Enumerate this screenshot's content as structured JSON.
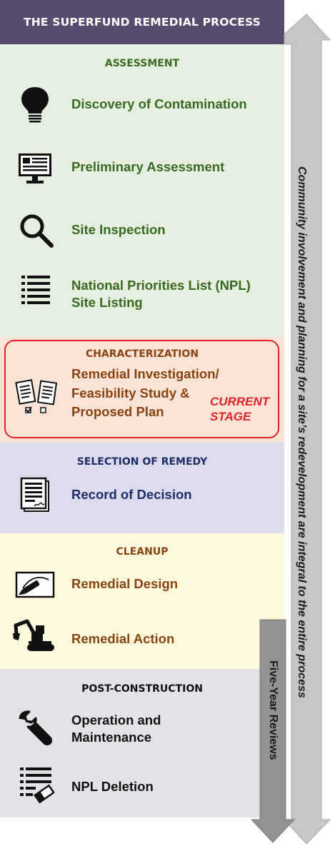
{
  "header": {
    "title": "THE SUPERFUND REMEDIAL PROCESS"
  },
  "colors": {
    "header_bg": "#564a6e",
    "assessment_bg": "#e5efdf",
    "assessment_text": "#3a6a22",
    "characterization_bg": "#f8e3d6",
    "characterization_text": "#8a4412",
    "selection_bg": "#dddcec",
    "selection_text": "#1d2e6a",
    "cleanup_bg": "#fcf9dc",
    "cleanup_text": "#8a4412",
    "post_bg": "#e4e2e6",
    "post_text": "#111111",
    "current_stage": "#e0252a"
  },
  "sections": {
    "assessment": {
      "label": "ASSESSMENT",
      "items": [
        {
          "lines": [
            "Discovery of Contamination"
          ],
          "icon": "lightbulb-icon"
        },
        {
          "lines": [
            "Preliminary Assessment"
          ],
          "icon": "monitor-document-icon"
        },
        {
          "lines": [
            "Site Inspection"
          ],
          "icon": "magnifier-icon"
        },
        {
          "lines": [
            "National Priorities List (NPL)",
            "Site Listing"
          ],
          "icon": "list-icon"
        }
      ]
    },
    "characterization": {
      "label": "CHARACTERIZATION",
      "items": [
        {
          "lines": [
            "Remedial Investigation/",
            "Feasibility Study &",
            "Proposed Plan"
          ],
          "icon": "checklist-documents-icon"
        }
      ],
      "current_stage_lines": [
        "CURRENT",
        "STAGE"
      ]
    },
    "selection": {
      "label": "SELECTION OF REMEDY",
      "items": [
        {
          "lines": [
            "Record of Decision"
          ],
          "icon": "signed-document-icon"
        }
      ]
    },
    "cleanup": {
      "label": "CLEANUP",
      "items": [
        {
          "lines": [
            "Remedial Design"
          ],
          "icon": "pen-drawing-icon"
        },
        {
          "lines": [
            "Remedial Action"
          ],
          "icon": "excavator-icon"
        }
      ]
    },
    "post_construction": {
      "label": "POST-CONSTRUCTION",
      "items": [
        {
          "lines": [
            "Operation and",
            "Maintenance"
          ],
          "icon": "wrench-icon"
        },
        {
          "lines": [
            "NPL Deletion"
          ],
          "icon": "list-eraser-icon"
        }
      ]
    }
  },
  "side_arrow_text": "Community involvement and planning for a site’s redevelopment are integral to the entire process",
  "five_year_text": "Five-Year Reviews"
}
